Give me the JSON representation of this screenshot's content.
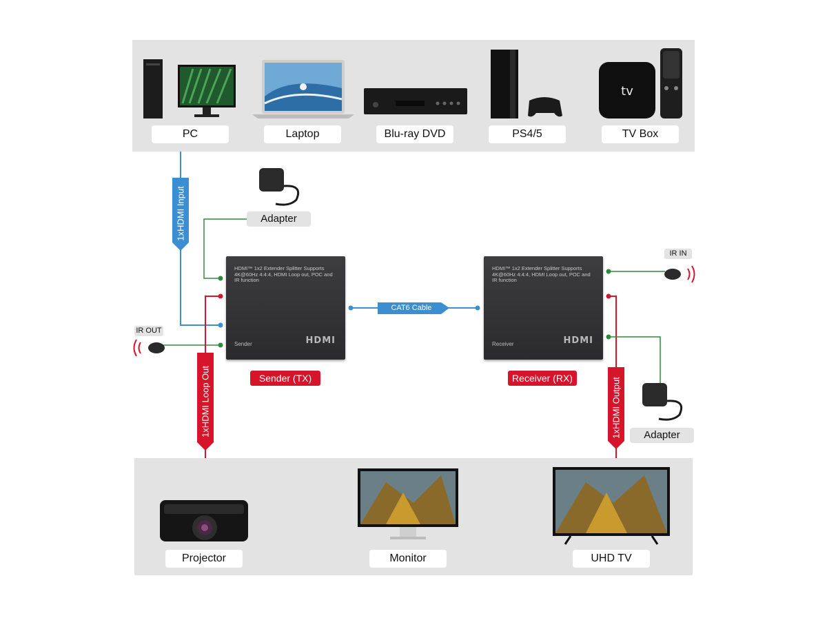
{
  "sources": [
    {
      "label": "PC",
      "icon": "pc-icon"
    },
    {
      "label": "Laptop",
      "icon": "laptop-icon"
    },
    {
      "label": "Blu-ray DVD",
      "icon": "bluray-player-icon"
    },
    {
      "label": "PS4/5",
      "icon": "game-console-icon"
    },
    {
      "label": "TV Box",
      "icon": "tv-box-icon"
    }
  ],
  "displays": [
    {
      "label": "Projector",
      "icon": "projector-icon"
    },
    {
      "label": "Monitor",
      "icon": "monitor-icon"
    },
    {
      "label": "UHD TV",
      "icon": "uhd-tv-icon"
    }
  ],
  "links": {
    "hdmi_input": "1xHDMI Input",
    "hdmi_loop_out": "1xHDMI Loop Out",
    "hdmi_output": "1xHDMI Output",
    "cat6": "CAT6 Cable"
  },
  "adapters": {
    "sender": "Adapter",
    "receiver": "Adapter"
  },
  "ir": {
    "out": "IR OUT",
    "in": "IR IN"
  },
  "sender": {
    "description": "HDMI™ 1x2 Extender Splitter Supports 4K@60Hz 4:4:4, HDMI Loop out, POC and IR function",
    "role": "Sender",
    "logo": "HDMI",
    "caption": "Sender (TX)"
  },
  "receiver": {
    "description": "HDMI™ 1x2 Extender Splitter Supports 4K@60Hz 4:4:4, HDMI Loop out, POC and IR function",
    "role": "Receiver",
    "logo": "HDMI",
    "caption": "Receiver (RX)"
  },
  "colors": {
    "panel": "#e3e3e3",
    "hdmi_input_blue": "#3b8fd0",
    "loop_red": "#d6142a",
    "power_green": "#2e8b3e",
    "box": "#333335"
  }
}
